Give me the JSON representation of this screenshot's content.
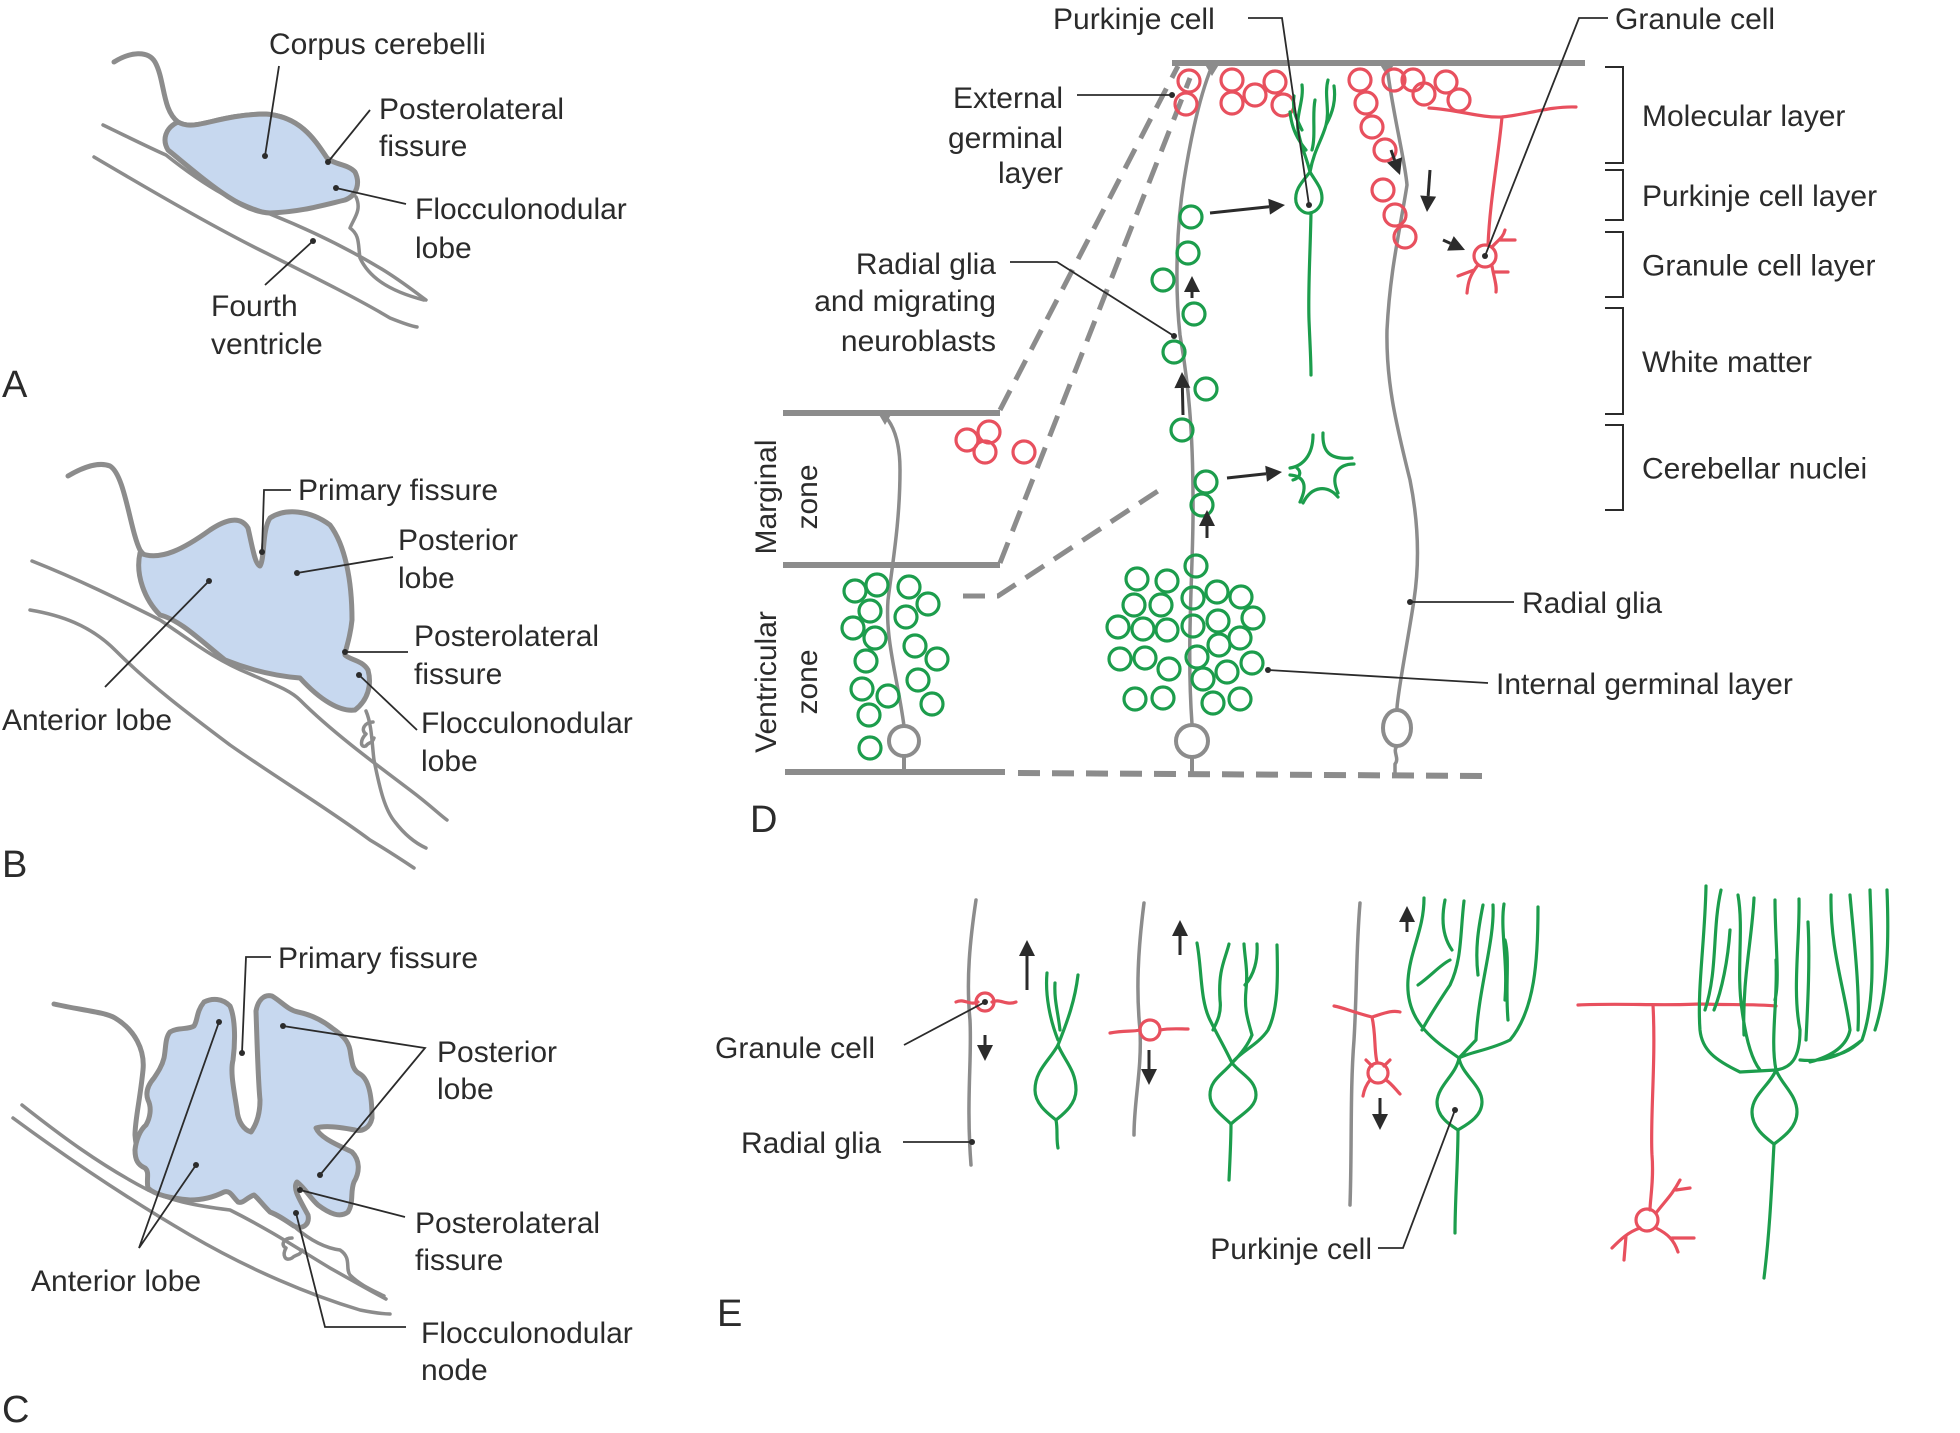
{
  "figure": {
    "colors": {
      "outline": "#8c8c8c",
      "lobe_fill": "#c7d8ef",
      "granule_red": "#e8505e",
      "purkinje_green": "#1c9d4c",
      "text": "#2b2b2b"
    },
    "panels": {
      "A": {
        "letter": "A",
        "labels": {
          "corpus": "Corpus cerebelli",
          "pl_fissure_1": "Posterolateral",
          "pl_fissure_2": "fissure",
          "floc_1": "Flocculonodular",
          "floc_2": "lobe",
          "fourth_1": "Fourth",
          "fourth_2": "ventricle"
        }
      },
      "B": {
        "letter": "B",
        "labels": {
          "primary": "Primary fissure",
          "posterior_1": "Posterior",
          "posterior_2": "lobe",
          "pl_fissure_1": "Posterolateral",
          "pl_fissure_2": "fissure",
          "floc_1": "Flocculonodular",
          "floc_2": "lobe",
          "anterior": "Anterior lobe"
        }
      },
      "C": {
        "letter": "C",
        "labels": {
          "primary": "Primary fissure",
          "posterior_1": "Posterior",
          "posterior_2": "lobe",
          "pl_fissure_1": "Posterolateral",
          "pl_fissure_2": "fissure",
          "floc_1": "Flocculonodular",
          "floc_2": "node",
          "anterior": "Anterior lobe"
        }
      },
      "D": {
        "letter": "D",
        "labels": {
          "purkinje": "Purkinje cell",
          "granule": "Granule cell",
          "egl_1": "External",
          "egl_2": "germinal",
          "egl_3": "layer",
          "rg_1": "Radial glia",
          "rg_2": "and migrating",
          "rg_3": "neuroblasts",
          "marginal_1": "Marginal",
          "marginal_2": "zone",
          "ventricular_1": "Ventricular",
          "ventricular_2": "zone",
          "radial_glia": "Radial glia",
          "igl": "Internal germinal layer"
        },
        "layers": [
          {
            "name": "Molecular layer"
          },
          {
            "name": "Purkinje cell layer"
          },
          {
            "name": "Granule cell layer"
          },
          {
            "name": "White matter"
          },
          {
            "name": "Cerebellar nuclei"
          }
        ]
      },
      "E": {
        "letter": "E",
        "labels": {
          "granule": "Granule cell",
          "radial_glia": "Radial glia",
          "purkinje": "Purkinje cell"
        }
      }
    }
  }
}
